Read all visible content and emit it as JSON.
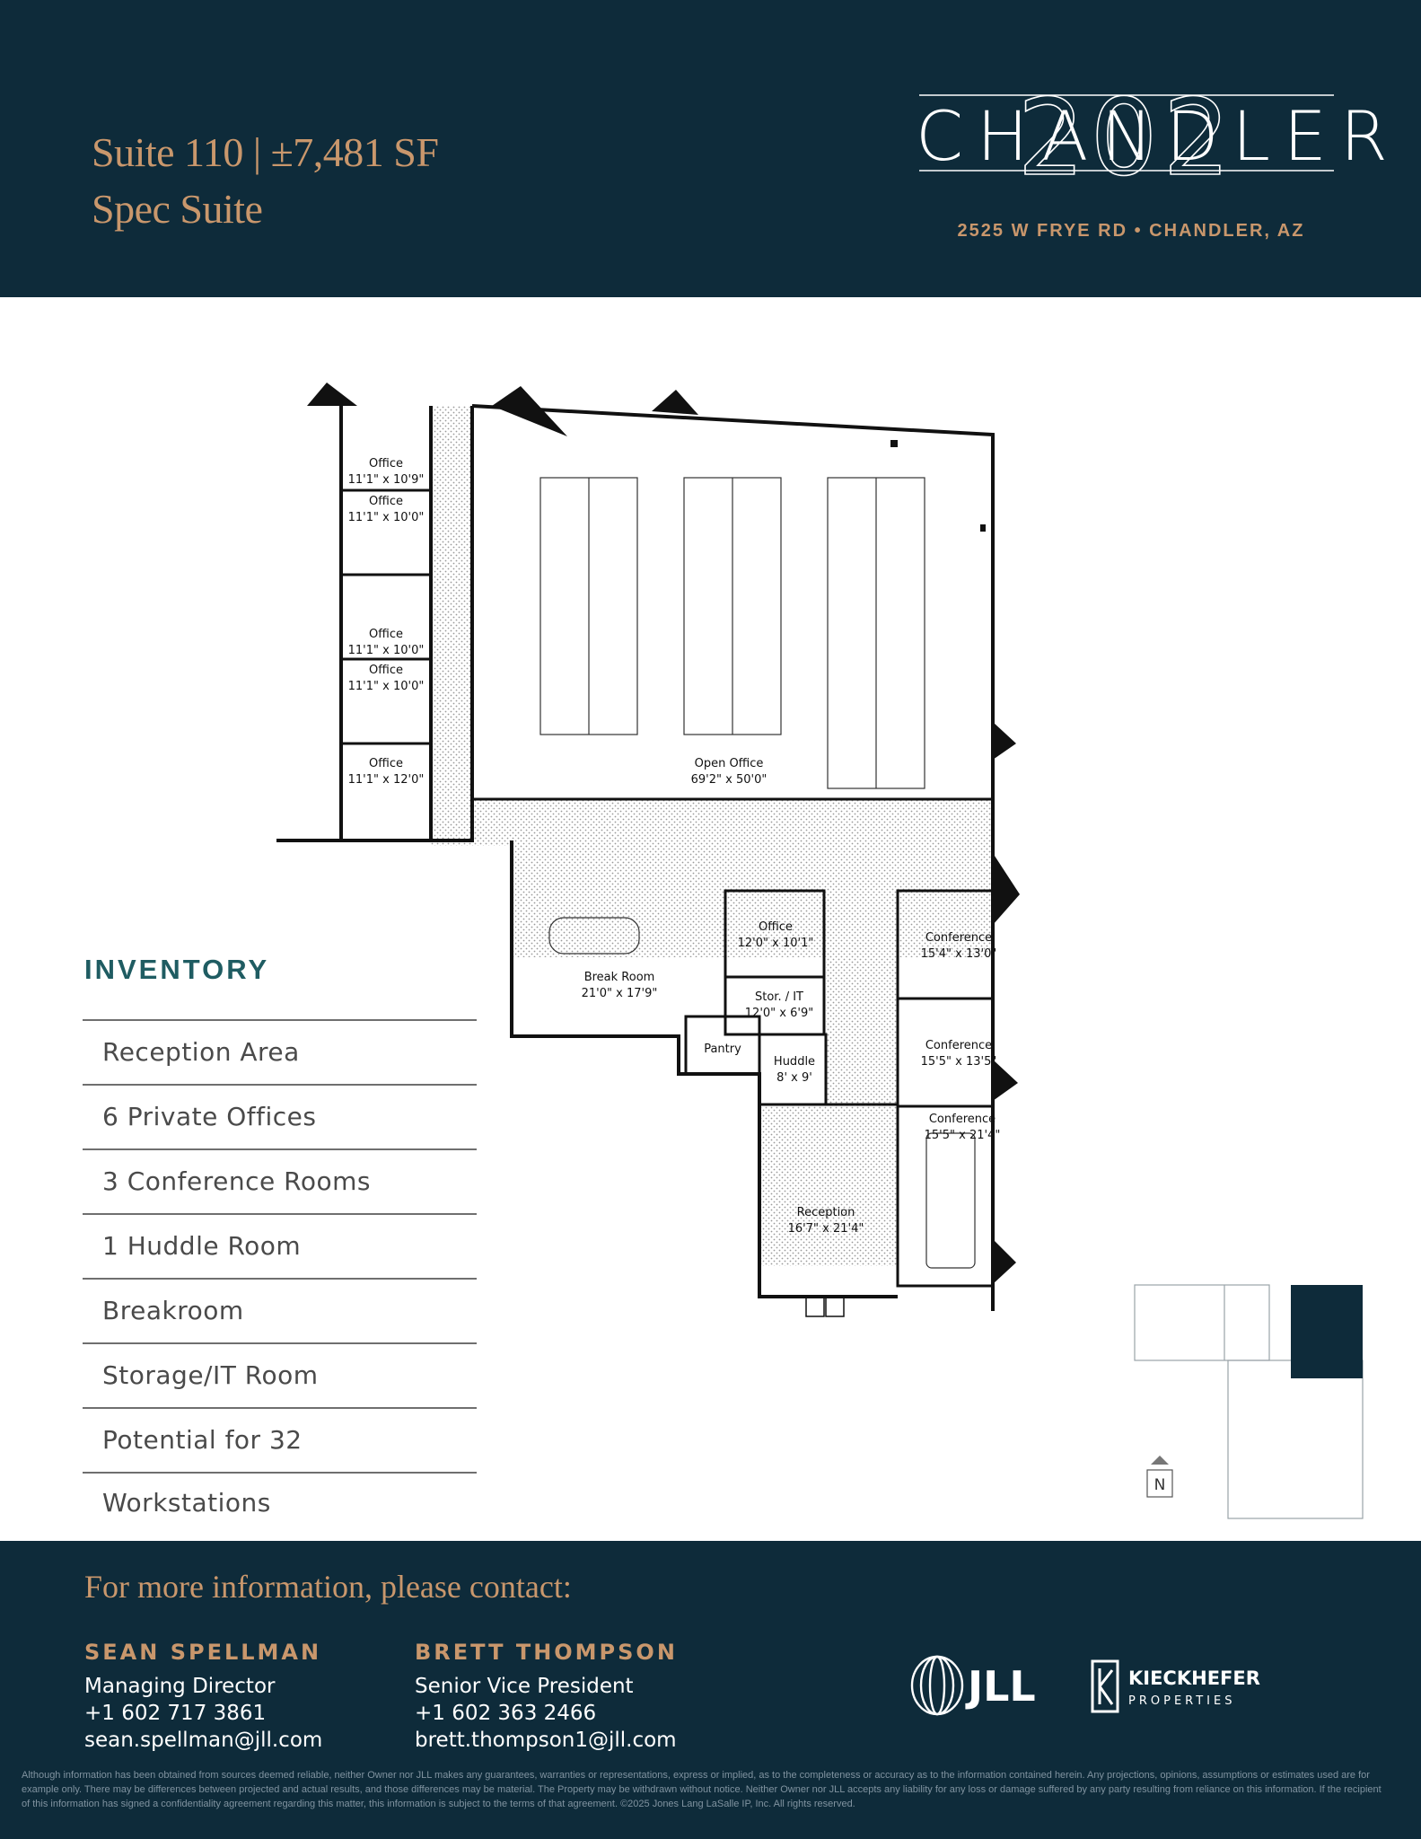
{
  "header": {
    "suite_line": "Suite 110 | ±7,481 SF",
    "subtitle": "Spec Suite",
    "brand_number": "202",
    "brand_name": "CHANDLER",
    "address": "2525 W FRYE RD • CHANDLER, AZ"
  },
  "floorplan": {
    "rooms": [
      {
        "name": "Office",
        "dims": "11'1\" x 10'9\""
      },
      {
        "name": "Office",
        "dims": "11'1\" x 10'0\""
      },
      {
        "name": "Office",
        "dims": "11'1\" x 10'0\""
      },
      {
        "name": "Office",
        "dims": "11'1\" x 10'0\""
      },
      {
        "name": "Office",
        "dims": "11'1\" x 12'0\""
      },
      {
        "name": "Open Office",
        "dims": "69'2\" x 50'0\""
      },
      {
        "name": "Break Room",
        "dims": "21'0\" x 17'9\""
      },
      {
        "name": "Office",
        "dims": "12'0\" x 10'1\""
      },
      {
        "name": "Stor. / IT",
        "dims": "12'0\" x 6'9\""
      },
      {
        "name": "Pantry",
        "dims": ""
      },
      {
        "name": "Huddle",
        "dims": "8' x 9'"
      },
      {
        "name": "Conference",
        "dims": "15'4\" x 13'0\""
      },
      {
        "name": "Conference",
        "dims": "15'5\" x 13'5\""
      },
      {
        "name": "Conference",
        "dims": "15'5\" x 21'4\""
      },
      {
        "name": "Reception",
        "dims": "16'7\" x 21'4\""
      }
    ],
    "north_label": "N"
  },
  "inventory": {
    "title": "INVENTORY",
    "items": [
      "Reception Area",
      "6 Private Offices",
      "3 Conference Rooms",
      "1 Huddle Room",
      "Breakroom",
      "Storage/IT Room",
      "Potential for 32 Workstations"
    ]
  },
  "footer": {
    "heading": "For more information, please contact:",
    "agents": [
      {
        "name": "SEAN SPELLMAN",
        "title": "Managing Director",
        "phone": "+1 602 717 3861",
        "email": "sean.spellman@jll.com"
      },
      {
        "name": "BRETT THOMPSON",
        "title": "Senior Vice President",
        "phone": "+1 602 363 2466",
        "email": "brett.thompson1@jll.com"
      }
    ],
    "logos": {
      "jll": "JLL",
      "kieckhefer_line1": "KIECKHEFER",
      "kieckhefer_line2": "PROPERTIES"
    },
    "disclaimer": "Although information has been obtained from sources deemed reliable, neither Owner nor JLL makes any guarantees, warranties or representations, express or implied, as to the completeness or accuracy as to the information contained herein. Any projections, opinions, assumptions or estimates used are for example only. There may be differences between projected and actual results, and those differences may be material. The Property may be withdrawn without notice. Neither Owner nor JLL accepts any liability for any loss or damage suffered by any party resulting from reliance on this information. If the recipient of this information has signed a confidentiality agreement regarding this matter, this information is subject to the terms of that agreement. ©2025 Jones Lang LaSalle IP, Inc. All rights reserved."
  },
  "colors": {
    "navy": "#0e2b3a",
    "gold": "#c9976c",
    "teal": "#1f5c62"
  }
}
